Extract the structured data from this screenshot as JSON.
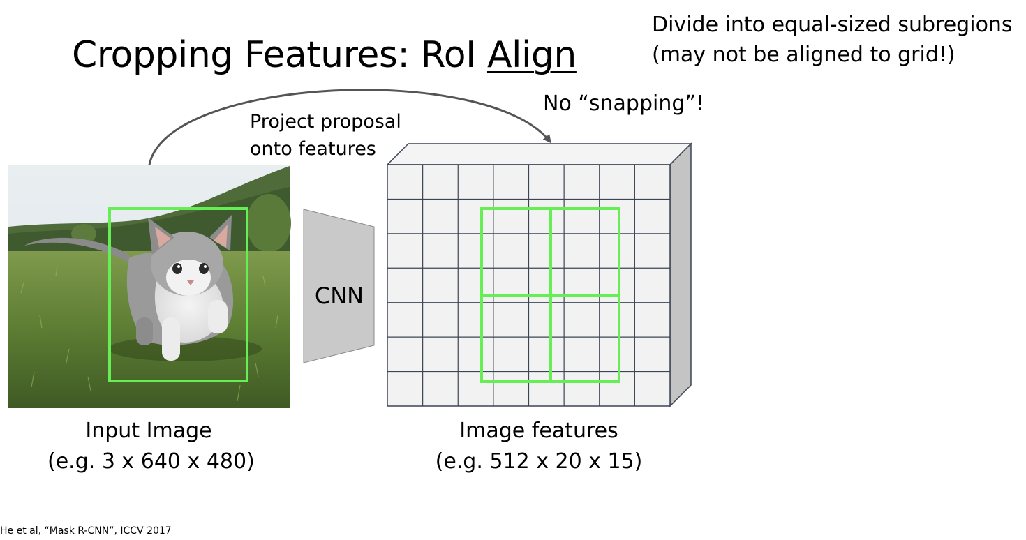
{
  "title": {
    "prefix": "Cropping Features: RoI ",
    "underlined": "Align"
  },
  "notes": {
    "divide_line1": "Divide into equal-sized subregions",
    "divide_line2": "(may not be aligned to grid!)",
    "no_snapping": "No “snapping”!",
    "project_line1": "Project proposal",
    "project_line2": "onto features"
  },
  "cnn_label": "CNN",
  "input_caption": {
    "line1": "Input Image",
    "line2": "(e.g. 3 x 640 x 480)"
  },
  "features_caption": {
    "line1": "Image features",
    "line2": "(e.g. 512 x 20 x 15)"
  },
  "citation": "He et al, “Mask R-CNN”, ICCV 2017",
  "feature_grid": {
    "columns": 8,
    "rows": 7
  },
  "roi_subregions": {
    "columns": 2,
    "rows": 2
  },
  "colors": {
    "roi_box": "#66ee55",
    "grid_line": "#3c4555",
    "feature_face": "#f2f2f2",
    "feature_side": "#c4c4c4",
    "cnn_fill": "#c9c9c9",
    "arrow": "#555555"
  },
  "input_image": {
    "subject": "kitten walking on grass"
  }
}
